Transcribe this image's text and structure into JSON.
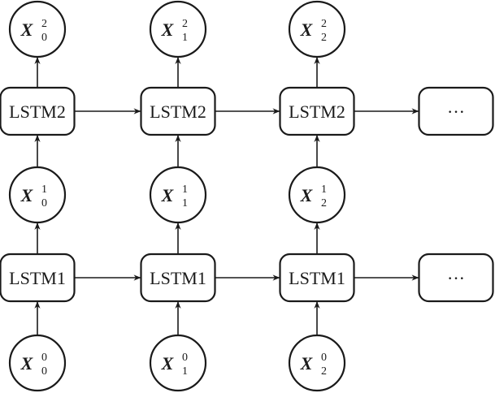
{
  "diagram": {
    "title": "",
    "columns": [
      {
        "index": "0",
        "input": {
          "symbol": "X",
          "subscript": "0",
          "superscript": "0"
        },
        "layer1": {
          "label": "LSTM1"
        },
        "hidden": {
          "symbol": "X",
          "subscript": "0",
          "superscript": "1"
        },
        "layer2": {
          "label": "LSTM2"
        },
        "output": {
          "symbol": "X",
          "subscript": "0",
          "superscript": "2"
        }
      },
      {
        "index": "1",
        "input": {
          "symbol": "X",
          "subscript": "1",
          "superscript": "0"
        },
        "layer1": {
          "label": "LSTM1"
        },
        "hidden": {
          "symbol": "X",
          "subscript": "1",
          "superscript": "1"
        },
        "layer2": {
          "label": "LSTM2"
        },
        "output": {
          "symbol": "X",
          "subscript": "1",
          "superscript": "2"
        }
      },
      {
        "index": "2",
        "input": {
          "symbol": "X",
          "subscript": "2",
          "superscript": "0"
        },
        "layer1": {
          "label": "LSTM1"
        },
        "hidden": {
          "symbol": "X",
          "subscript": "2",
          "superscript": "1"
        },
        "layer2": {
          "label": "LSTM2"
        },
        "output": {
          "symbol": "X",
          "subscript": "2",
          "superscript": "2"
        }
      }
    ],
    "continuation": {
      "layer1_label": "···",
      "layer2_label": "···"
    }
  }
}
